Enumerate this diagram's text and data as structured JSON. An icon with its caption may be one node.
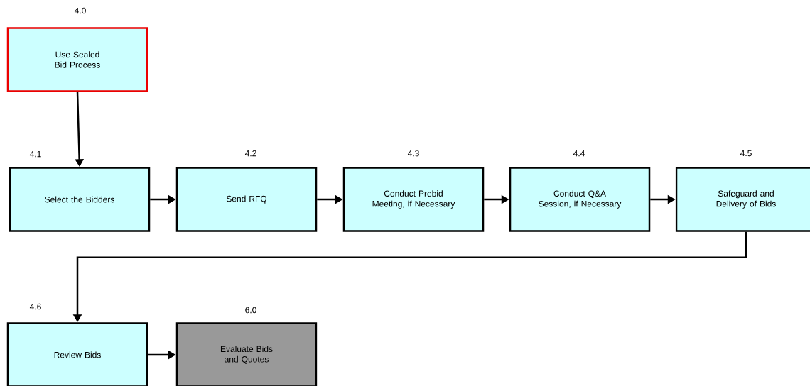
{
  "diagram": {
    "nodes": [
      {
        "text": [
          "Use Sealed Bid Process"
        ],
        "beside": [
          "4.0"
        ]
      },
      {
        "text": [
          "Select the Bidders"
        ],
        "beside": [
          "4.1"
        ]
      },
      {
        "text": [
          "Send RFQ"
        ],
        "beside": [
          "4.2"
        ]
      },
      {
        "text": [
          "Conduct Prebid Meeting, if Necessary"
        ],
        "beside": [
          "4.3"
        ]
      },
      {
        "text": [
          "Conduct Q&A Session, if Necessary"
        ],
        "beside": [
          "4.4"
        ]
      },
      {
        "text": [
          "Safeguard and Delivery of Bids"
        ],
        "beside": [
          "4.5"
        ]
      },
      {
        "text": [
          "Review Bids"
        ],
        "beside": [
          "4.6"
        ]
      },
      {
        "text": [
          "Evaluate Bids and Quotes"
        ],
        "beside": [
          "6.0"
        ]
      }
    ],
    "edges": [
      {
        "from": 0,
        "to": 1,
        "arrow": "to"
      },
      {
        "from": 1,
        "to": 2,
        "arrow": "to"
      },
      {
        "from": 2,
        "to": 3,
        "arrow": "to"
      },
      {
        "from": 3,
        "to": 4,
        "arrow": "to"
      },
      {
        "from": 4,
        "to": 5,
        "arrow": "to"
      },
      {
        "from": 5,
        "to": 6,
        "arrow": "to"
      },
      {
        "from": 6,
        "to": 7,
        "arrow": "to"
      }
    ]
  }
}
